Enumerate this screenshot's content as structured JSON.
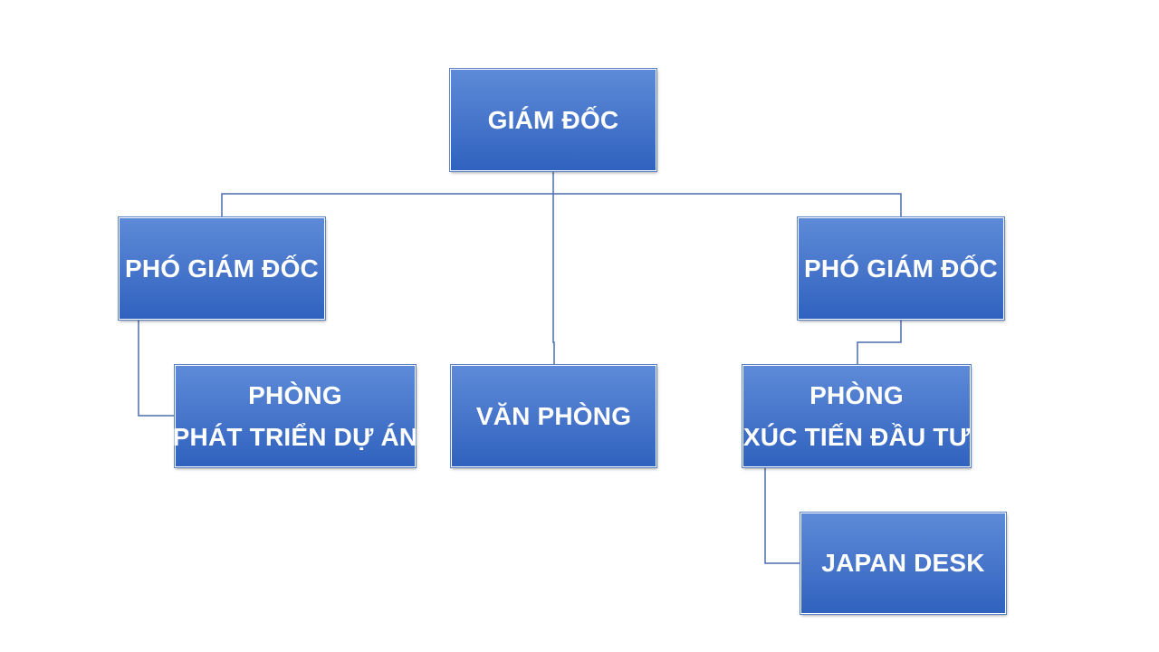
{
  "org_chart": {
    "director": {
      "label": "GIÁM ĐỐC"
    },
    "deputy_left": {
      "label": "PHÓ GIÁM ĐỐC"
    },
    "deputy_right": {
      "label": "PHÓ GIÁM ĐỐC"
    },
    "project_dev_dept": {
      "line1": "PHÒNG",
      "line2": "PHÁT TRIỂN DỰ ÁN"
    },
    "office": {
      "label": "VĂN PHÒNG"
    },
    "investment_dept": {
      "line1": "PHÒNG",
      "line2": "XÚC TIẾN ĐẦU TƯ"
    },
    "japan_desk": {
      "label": "JAPAN DESK"
    }
  },
  "colors": {
    "box_top": "#5d8ad8",
    "box_bottom": "#2f62bf",
    "connector": "#4a6fae",
    "text": "#ffffff"
  }
}
